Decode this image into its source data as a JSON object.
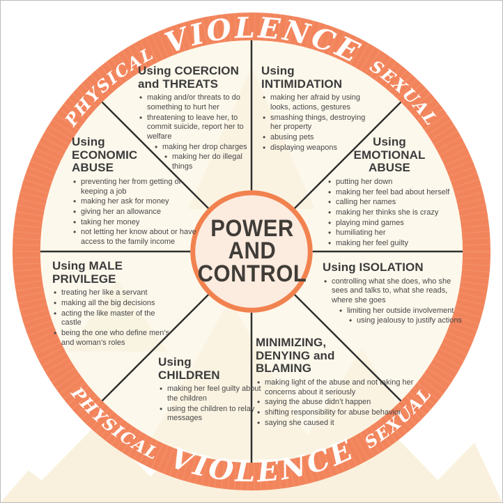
{
  "ring": {
    "left": "PHYSICAL",
    "center": "VIOLENCE",
    "right": "SEXUAL"
  },
  "center": {
    "lines": [
      "POWER",
      "AND",
      "CONTROL"
    ]
  },
  "colors": {
    "ring_orange": "#f2845c",
    "interior_cream": "#fdf8ec",
    "center_fill": "#fcebdf",
    "center_border": "#f1824f",
    "spoke_line": "#2f2f2f",
    "heading_text": "#3b3b3b",
    "body_text": "#474747"
  },
  "segments": [
    {
      "id": "coercion",
      "title": "Using COERCION and THREATS",
      "bullets": [
        {
          "t": "making and/or threats to do something to hurt her"
        },
        {
          "t": "threatening to leave her, to commit suicide, report her to welfare"
        },
        {
          "t": "making her drop charges",
          "in": 1
        },
        {
          "t": "making her do illegal things",
          "in": 2
        }
      ]
    },
    {
      "id": "intimidation",
      "title": "Using INTIMIDATION",
      "bullets": [
        {
          "t": "making her afraid by using looks, actions, gestures"
        },
        {
          "t": "smashing things, destroying her property"
        },
        {
          "t": "abusing pets"
        },
        {
          "t": "displaying weapons"
        }
      ]
    },
    {
      "id": "emotional",
      "title": "Using EMOTIONAL ABUSE",
      "bullets": [
        {
          "t": "putting her down"
        },
        {
          "t": "making her feel bad about herself"
        },
        {
          "t": "calling her names"
        },
        {
          "t": "making her thinks she is crazy"
        },
        {
          "t": "playing mind games"
        },
        {
          "t": "humiliating her"
        },
        {
          "t": "making her feel guilty"
        }
      ]
    },
    {
      "id": "isolation",
      "title": "Using ISOLATION",
      "bullets": [
        {
          "t": "controlling what she does, who she sees and talks to, what she reads, where she goes"
        },
        {
          "t": "limiting her outside involvement",
          "in": 1
        },
        {
          "t": "using jealousy to justify actions",
          "in": 2
        }
      ]
    },
    {
      "id": "minimizing",
      "title": "MINIMIZING, DENYING and BLAMING",
      "bullets": [
        {
          "t": "making light of the abuse and not taking her concerns about it seriously"
        },
        {
          "t": "saying the abuse didn’t happen"
        },
        {
          "t": "shifting responsibility for abuse behavior"
        },
        {
          "t": "saying she caused it"
        }
      ]
    },
    {
      "id": "children",
      "title": "Using CHILDREN",
      "bullets": [
        {
          "t": "making her feel guilty about the children"
        },
        {
          "t": "using the children to relay messages"
        }
      ]
    },
    {
      "id": "male-privilege",
      "title": "Using MALE PRIVILEGE",
      "bullets": [
        {
          "t": "treating her like a servant"
        },
        {
          "t": "making all the big decisions"
        },
        {
          "t": "acting the like master of the castle"
        },
        {
          "t": "being the one who define men’s and woman’s roles"
        }
      ]
    },
    {
      "id": "economic",
      "title": "Using ECONOMIC ABUSE",
      "bullets": [
        {
          "t": "preventing her from getting or keeping a job"
        },
        {
          "t": "making her ask for money"
        },
        {
          "t": "giving her an allowance"
        },
        {
          "t": "taking her money"
        },
        {
          "t": "not letting her know about or have access to the family income"
        }
      ]
    }
  ]
}
